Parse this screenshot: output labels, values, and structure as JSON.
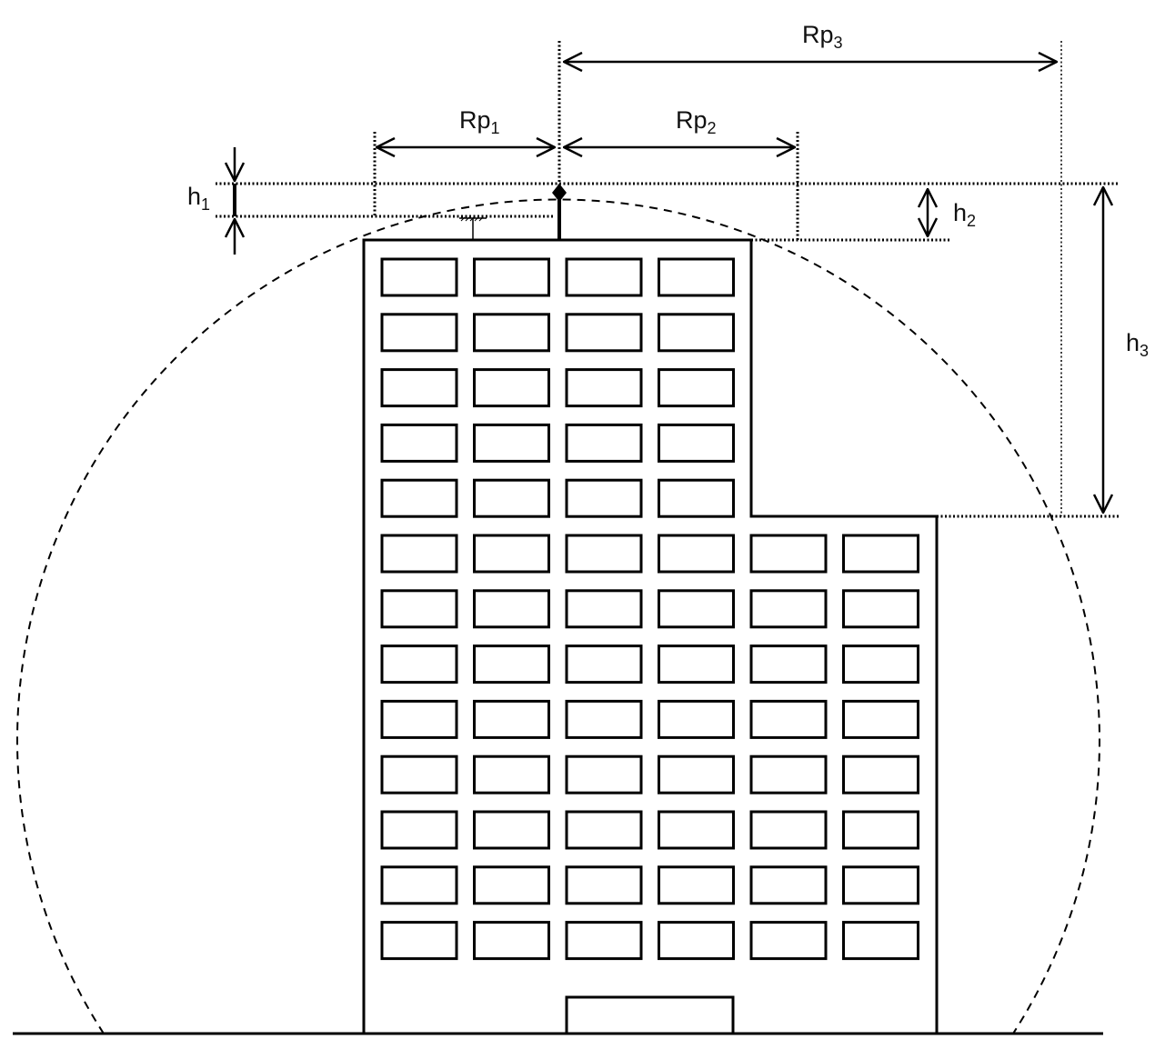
{
  "labels": {
    "rp1": {
      "base": "Rp",
      "sub": "1"
    },
    "rp2": {
      "base": "Rp",
      "sub": "2"
    },
    "rp3": {
      "base": "Rp",
      "sub": "3"
    },
    "h1": {
      "base": "h",
      "sub": "1"
    },
    "h2": {
      "base": "h",
      "sub": "2"
    },
    "h3": {
      "base": "h",
      "sub": "3"
    }
  },
  "building": {
    "upper_rows": 5,
    "upper_cols": 4,
    "lower_rows": 8,
    "lower_cols": 6
  }
}
